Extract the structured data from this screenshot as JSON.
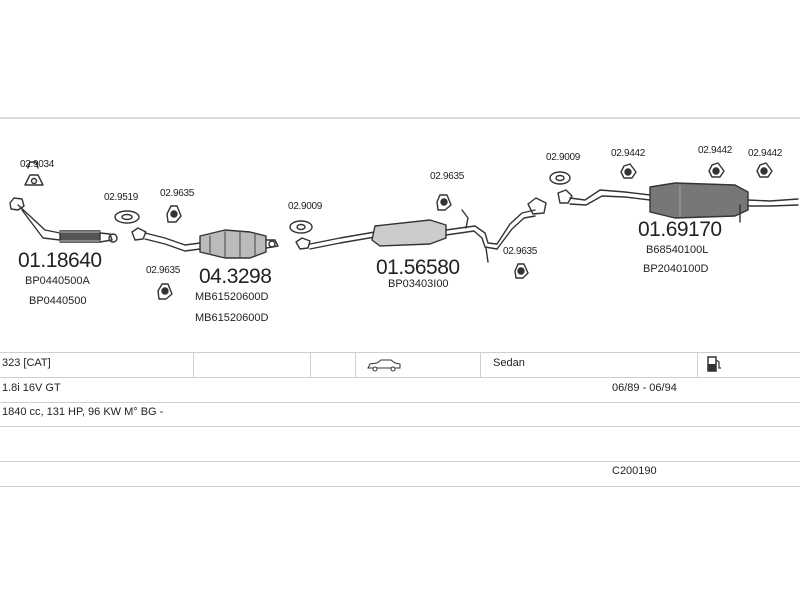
{
  "diagram": {
    "parts": [
      {
        "id": "p1",
        "code": "01.18640",
        "oe": [
          "BP0440500A",
          "BP0440500"
        ]
      },
      {
        "id": "p2",
        "code": "04.3298",
        "oe": [
          "MB61520600D",
          "MB61520600D"
        ]
      },
      {
        "id": "p3",
        "code": "01.56580",
        "oe": [
          "BP03403I00"
        ]
      },
      {
        "id": "p4",
        "code": "01.69170",
        "oe": [
          "B68540100L",
          "BP2040100D"
        ]
      }
    ],
    "accessories": [
      "02.9034",
      "02.9519",
      "02.9635",
      "02.9635",
      "02.9009",
      "02.9635",
      "02.9635",
      "02.9009",
      "02.9442",
      "02.9442",
      "02.9442"
    ]
  },
  "vehicle": {
    "model": "323  [CAT]",
    "body": "Sedan",
    "engine": "1.8i 16V GT",
    "years": "06/89 - 06/94",
    "specs": "1840 cc, 131 HP, 96 KW M° BG -",
    "ref": "C200190"
  }
}
